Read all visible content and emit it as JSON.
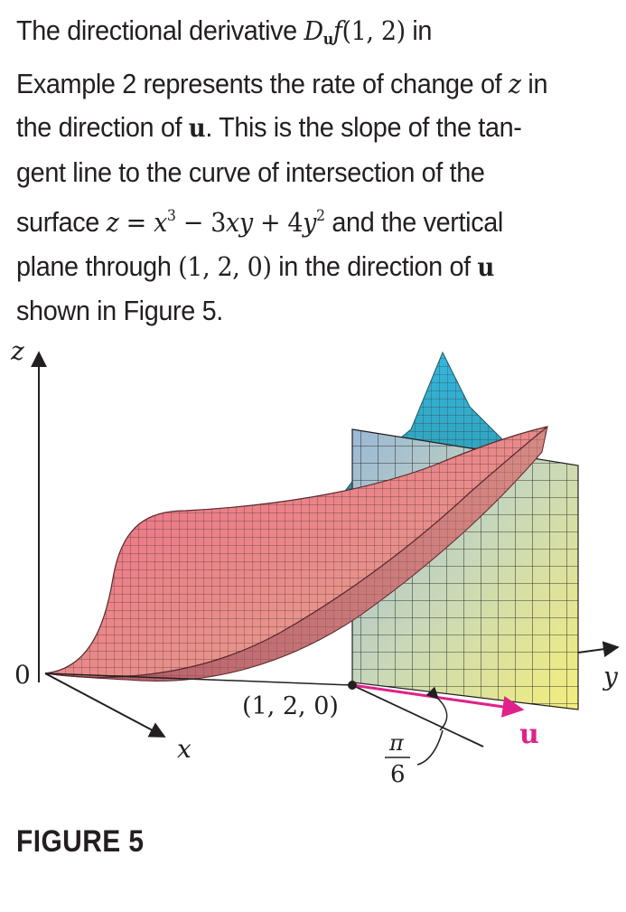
{
  "paragraph": {
    "s1": "The directional derivative ",
    "D": "D",
    "u_sub": "u",
    "f_expr": "f",
    "args": "(1, 2)",
    "s2": " in",
    "s3": "Example 2 represents the rate of change of ",
    "z1": "z",
    "s4": " in",
    "s5": "the direction of ",
    "u1": "u",
    "s6": ". This is the slope of the tan-",
    "s7": "gent line to the curve of intersection of the",
    "s8": "surface ",
    "eq_z": "z",
    "eq_eq": " = ",
    "eq_x": "x",
    "eq_3": "3",
    "eq_minus": " − 3",
    "eq_xy": "xy",
    "eq_plus": " + 4",
    "eq_y": "y",
    "eq_2": "2",
    "s9": " and the vertical",
    "s10": "plane through ",
    "point": "(1, 2, 0)",
    "s11": " in the direction of ",
    "u2": "u",
    "s12": "shown in Figure 5."
  },
  "figure": {
    "z_axis_label": "z",
    "x_axis_label": "x",
    "y_axis_label": "y",
    "origin_label": "0",
    "point_label": "(1, 2, 0)",
    "vector_label": "u",
    "angle_num": "π",
    "angle_den": "6",
    "colors": {
      "surface_pink": "#e8748a",
      "surface_blue": "#3aaed0",
      "plane_blue": "#9ab8d6",
      "plane_yellow": "#f4ee7c",
      "vector_magenta": "#e0218a"
    }
  },
  "caption": "FIGURE 5"
}
